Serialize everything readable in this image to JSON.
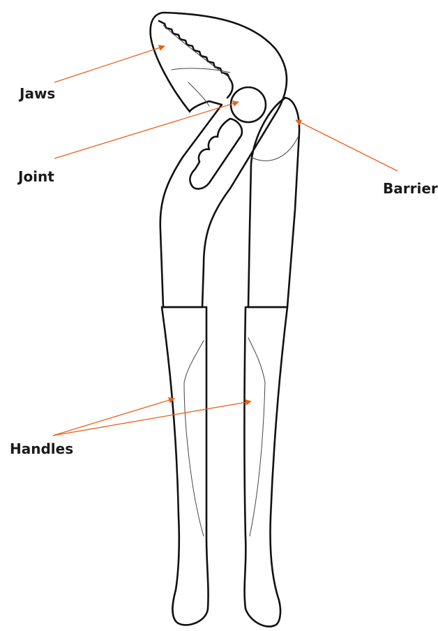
{
  "colors": {
    "accent": "#e8611a",
    "outline": "#111111",
    "background": "#ffffff"
  },
  "labels": {
    "jaws": "Jaws",
    "joint": "Joint",
    "barrier": "Barrier",
    "handles": "Handles"
  }
}
